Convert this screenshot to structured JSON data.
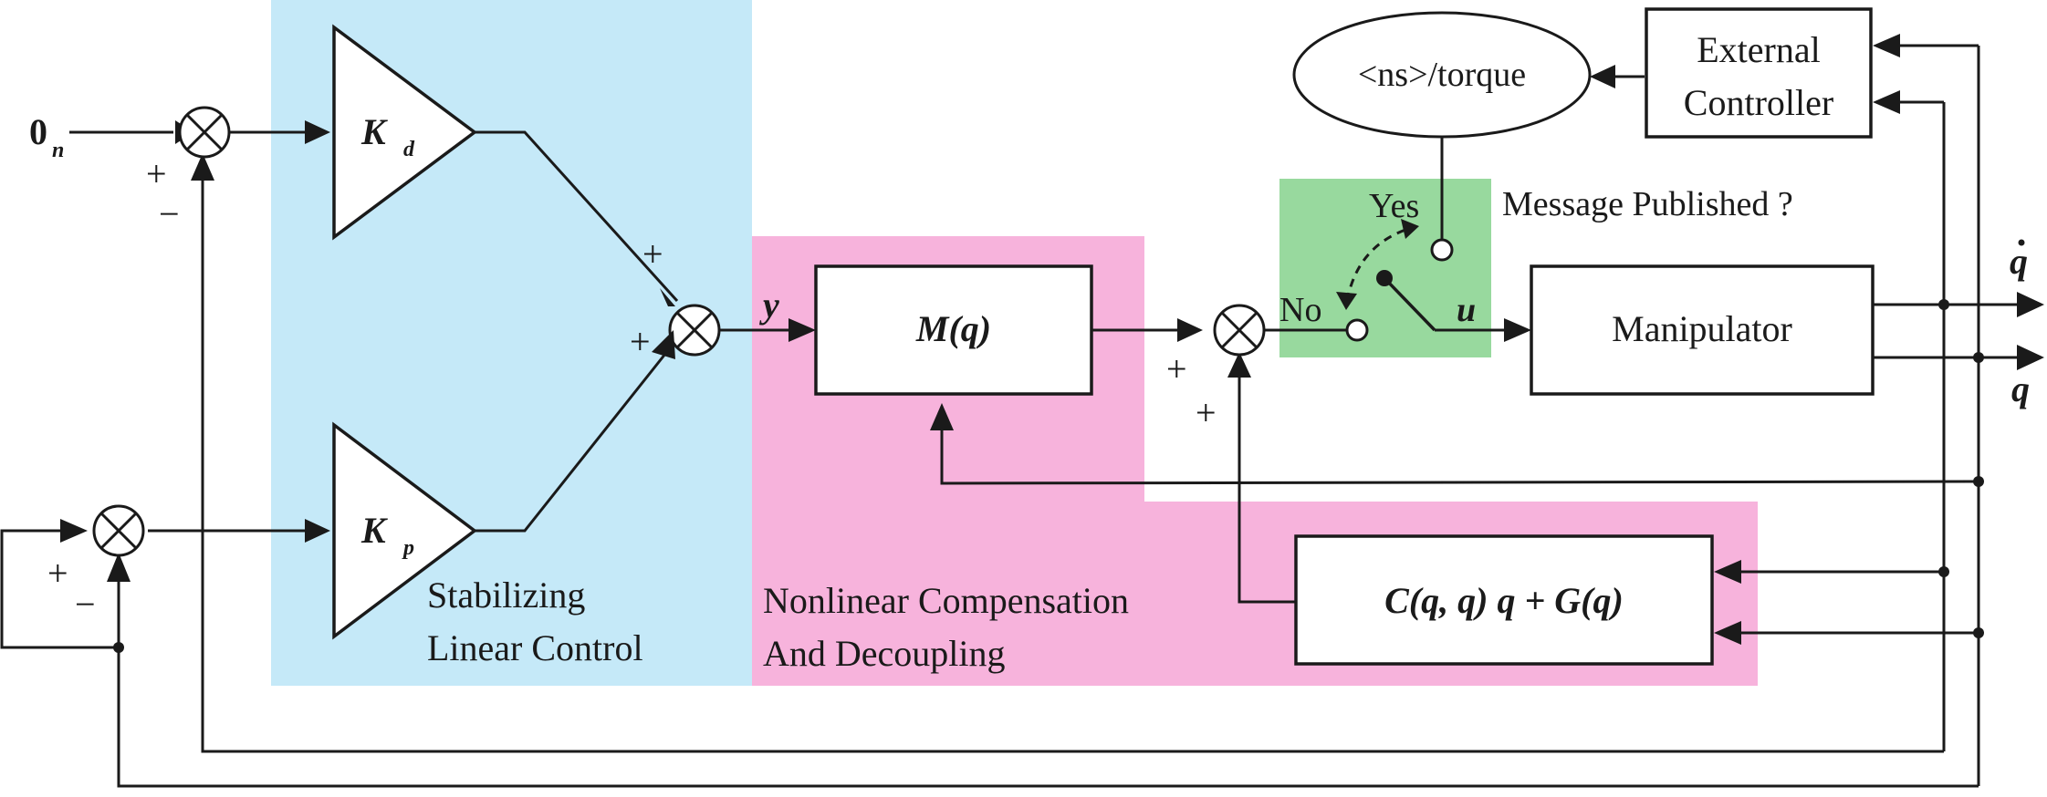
{
  "colors": {
    "stabilizing_region": "#c5e9f8",
    "compensation_region": "#f7b3dc",
    "switch_region": "#98d99e",
    "u_label": "#2a6e2a"
  },
  "regions": {
    "stabilizing_line1": "Stabilizing",
    "stabilizing_line2": "Linear Control",
    "compensation_line1": "Nonlinear Compensation",
    "compensation_line2": "And Decoupling"
  },
  "blocks": {
    "kd": "K",
    "kd_sub": "d",
    "kp": "K",
    "kp_sub": "p",
    "mq": "M(q)",
    "cg": "C(q, q) q + G(q)",
    "manipulator": "Manipulator",
    "external_line1": "External",
    "external_line2": "Controller",
    "topic": "<ns>/torque"
  },
  "labels": {
    "input_zero": "0",
    "input_zero_sub": "n",
    "y": "y",
    "u": "u",
    "qdot": "q",
    "q": "q",
    "yes": "Yes",
    "no": "No",
    "message_published": "Message Published ?"
  },
  "signs": {
    "plus": "+",
    "minus": "−"
  }
}
